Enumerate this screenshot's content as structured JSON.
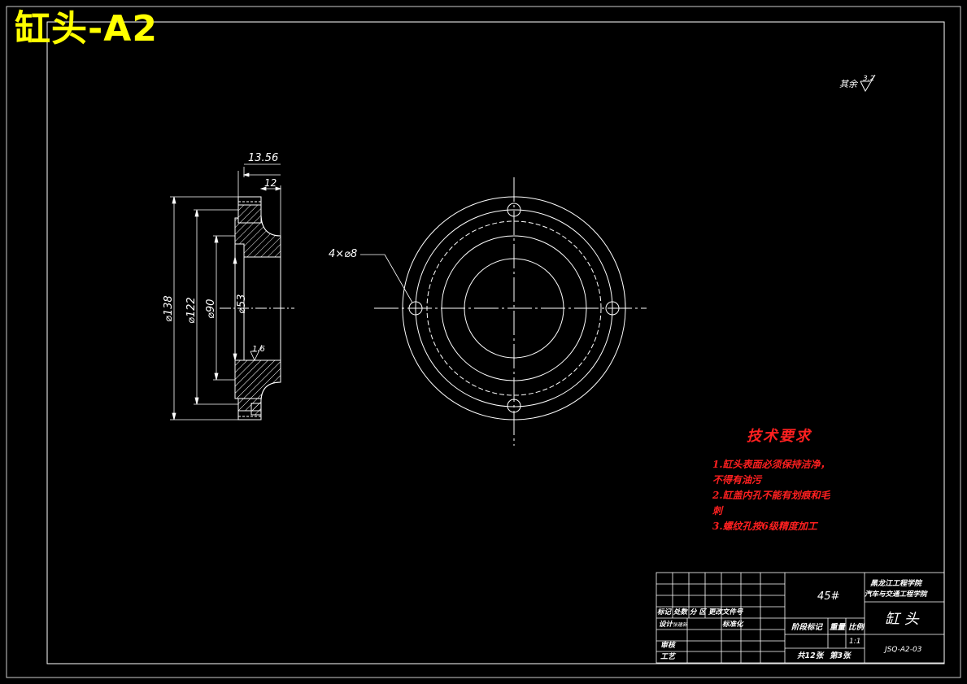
{
  "title": "缸头-A2",
  "surface_finish": {
    "label": "其余",
    "value": "3.2"
  },
  "dimensions": {
    "top_width": "13.56",
    "flange_width": "12",
    "d138": "⌀138",
    "d122": "⌀122",
    "d90": "⌀90",
    "d53": "⌀53",
    "roughness": "1.6",
    "holes": "4×⌀8"
  },
  "technical_requirements": {
    "heading": "技术要求",
    "lines": [
      "1.缸头表面必须保持洁净，",
      "不得有油污",
      "2.缸盖内孔不能有划痕和毛",
      "刺",
      "3.螺纹孔按6级精度加工"
    ]
  },
  "title_block": {
    "material": "45#",
    "school_1": "黑龙江工程学院",
    "school_2": "汽车与交通工程学院",
    "part_name": "缸 头",
    "drawing_no": "JSQ-A2-03",
    "scale": "1:1",
    "total_sheets": "共12张",
    "sheet_no": "第3张",
    "header_row": "标记 处数 分  区  更改文件号",
    "design_label": "设计",
    "design_name": "张建新",
    "standard_label": "标准化",
    "review_label": "审核",
    "process_label": "工艺",
    "stage_label": "阶段标记",
    "weight_label": "重量",
    "scale_label": "比例"
  },
  "colors": {
    "line": "#ffffff",
    "title": "#ffff00",
    "notes": "#ff2020"
  }
}
